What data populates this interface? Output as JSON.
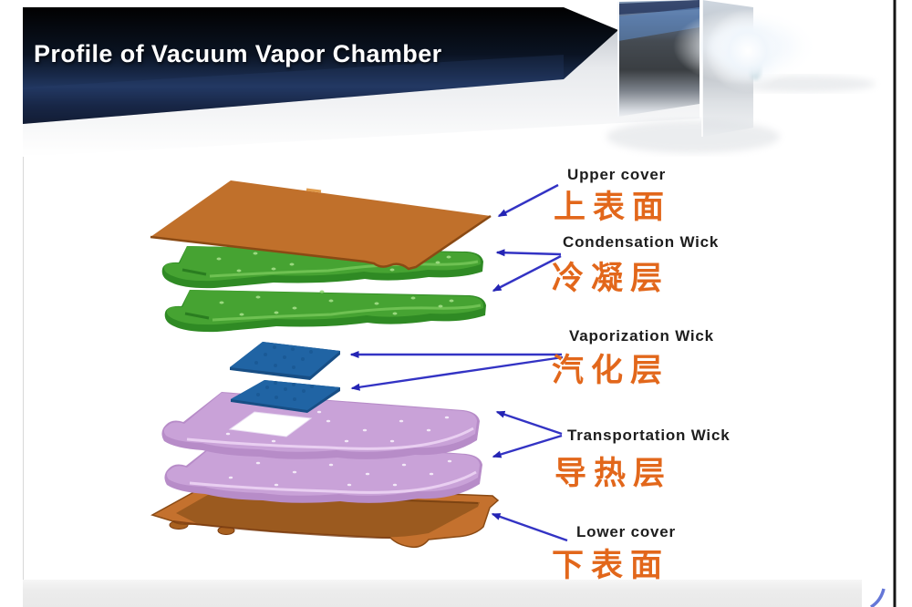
{
  "header": {
    "title": "Profile of Vacuum Vapor Chamber"
  },
  "diagram": {
    "layers": [
      {
        "id": "upper-cover",
        "en": "Upper cover",
        "zh": "上表面",
        "color": "#c0702b"
      },
      {
        "id": "condensation-wick",
        "en": "Condensation Wick",
        "zh": "冷凝层",
        "color": "#46a332"
      },
      {
        "id": "vaporization-wick",
        "en": "Vaporization Wick",
        "zh": "汽化层",
        "color": "#2064a4"
      },
      {
        "id": "transportation-wick",
        "en": "Transportation Wick",
        "zh": "导热层",
        "color": "#c9a2d8"
      },
      {
        "id": "lower-cover",
        "en": "Lower cover",
        "zh": "下表面",
        "color": "#c4712e"
      }
    ],
    "colors": {
      "arrow": "#3333c4",
      "english_label_text": "#1d1d1d",
      "chinese_label_text": "#e2671b",
      "banner_background": "#0a1322",
      "title_text": "#ffffff"
    }
  }
}
